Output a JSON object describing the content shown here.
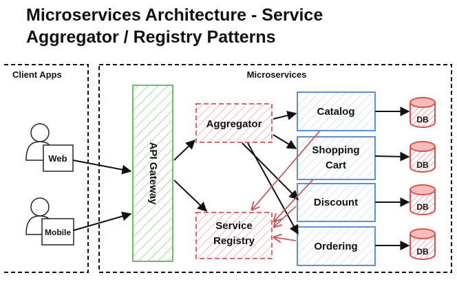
{
  "title": {
    "line1": "Microservices Architecture - Service",
    "line2": "Aggregator / Registry Patterns"
  },
  "client_apps": {
    "label": "Client Apps",
    "clients": [
      {
        "label": "Web",
        "icon": "user-icon"
      },
      {
        "label": "Mobile",
        "icon": "user-icon"
      }
    ]
  },
  "microservices": {
    "label": "Microservices",
    "gateway": "API Gateway",
    "aggregator": "Aggregator",
    "registry_line1": "Service",
    "registry_line2": "Registry",
    "services": [
      {
        "line1": "Catalog",
        "line2": "",
        "db": "DB"
      },
      {
        "line1": "Shopping",
        "line2": "Cart",
        "db": "DB"
      },
      {
        "line1": "Discount",
        "line2": "",
        "db": "DB"
      },
      {
        "line1": "Ordering",
        "line2": "",
        "db": "DB"
      }
    ]
  },
  "colors": {
    "gateway": "#6dbb6a",
    "pattern_red": "#d46a6a",
    "service_blue": "#5b8fd6",
    "db_red": "#d9534f",
    "arrow": "#111111",
    "registry_arrow": "#c85a5a"
  }
}
